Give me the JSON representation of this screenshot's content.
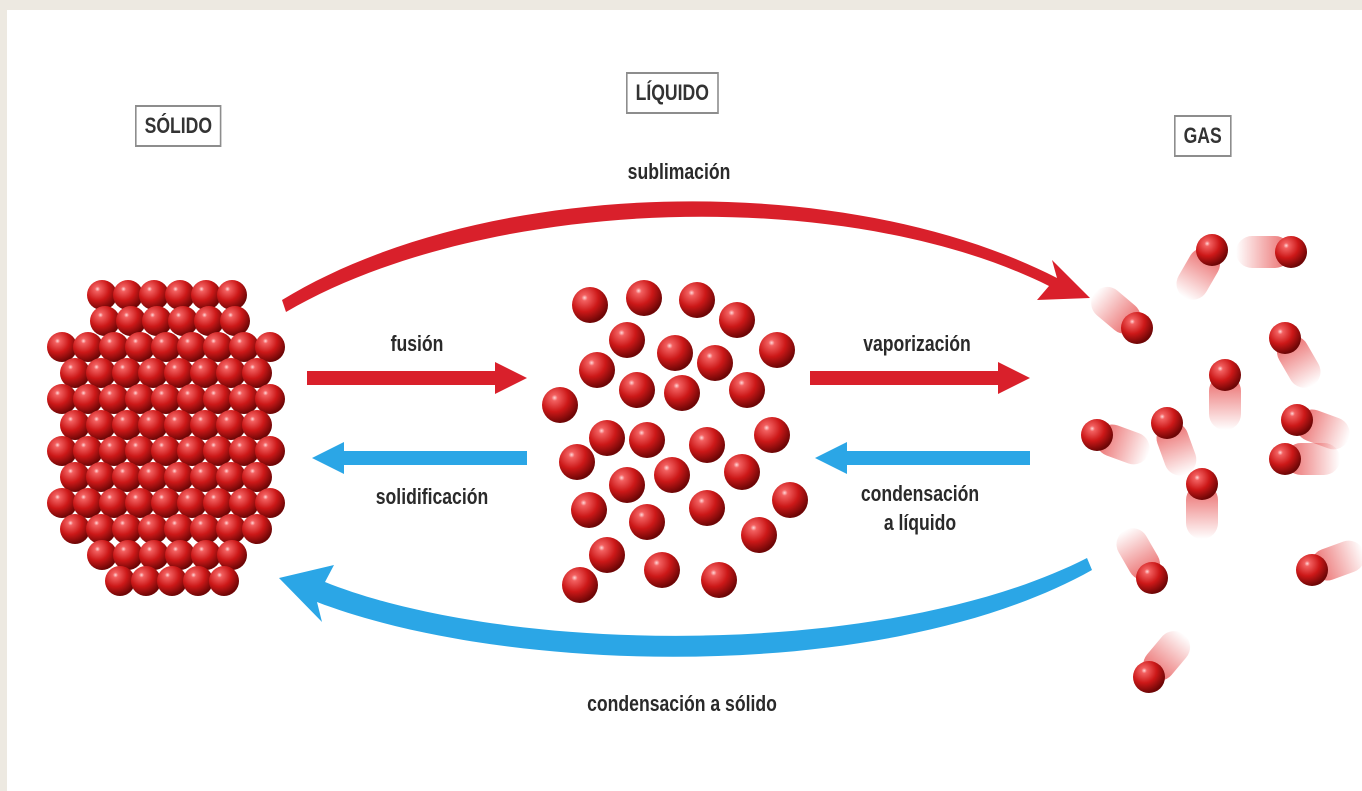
{
  "states": {
    "solid": "SÓLIDO",
    "liquid": "LÍQUIDO",
    "gas": "GAS"
  },
  "processes": {
    "sublimation": "sublimación",
    "fusion": "fusión",
    "vaporization": "vaporización",
    "solidification": "solidificación",
    "condensation_liquid_line1": "condensación",
    "condensation_liquid_line2": "a líquido",
    "condensation_solid": "condensación a sólido"
  },
  "colors": {
    "heating_arrow": "#d9202b",
    "cooling_arrow": "#2ba6e6",
    "particle": "#cc1818"
  }
}
